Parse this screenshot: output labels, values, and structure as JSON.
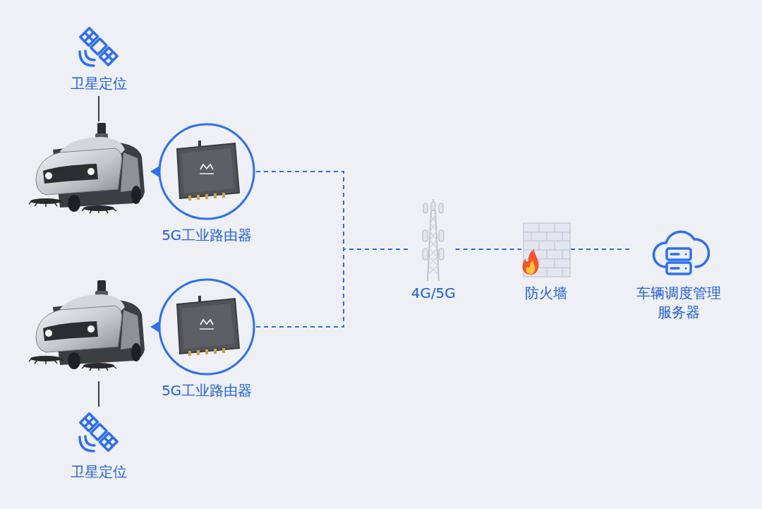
{
  "diagram": {
    "nodes": [
      {
        "text": [
          "卫星定位"
        ]
      },
      {
        "text": [
          "5G工业路由器"
        ]
      },
      {
        "text": [
          "4G/5G"
        ]
      },
      {
        "text": [
          "防火墙"
        ]
      },
      {
        "text": [
          "车辆调度管理 服务器"
        ]
      },
      {
        "text": [
          "5G工业路由器"
        ]
      },
      {
        "text": [
          "卫星定位"
        ]
      }
    ],
    "edges": [
      {
        "from": 1,
        "to": 2,
        "arrow": "none"
      },
      {
        "from": 5,
        "to": 2,
        "arrow": "none"
      },
      {
        "from": 2,
        "to": 3,
        "arrow": "none"
      },
      {
        "from": 3,
        "to": 4,
        "arrow": "none"
      }
    ]
  }
}
